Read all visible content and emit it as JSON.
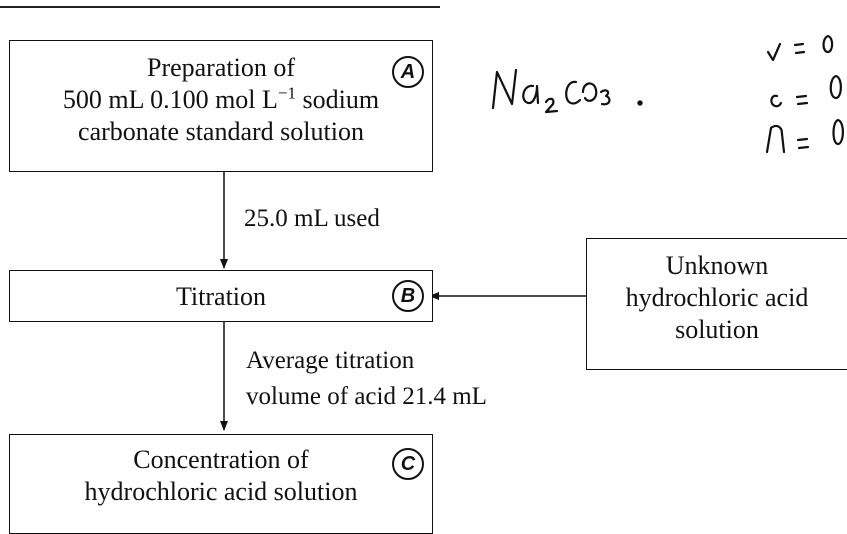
{
  "boxes": {
    "A": {
      "badge": "A",
      "line1": "Preparation of",
      "line2_prefix": "500 mL 0.100 mol L",
      "line2_sup": "−1",
      "line2_suffix": " sodium",
      "line3": "carbonate standard solution"
    },
    "B": {
      "badge": "B",
      "text": "Titration"
    },
    "C": {
      "badge": "C",
      "line1": "Concentration of",
      "line2": "hydrochloric acid solution"
    },
    "unknown": {
      "line1": "Unknown",
      "line2": "hydrochloric acid",
      "line3": "solution"
    }
  },
  "arrows": {
    "a_to_b_label": "25.0 mL used",
    "b_to_c_label_line1": "Average titration",
    "b_to_c_label_line2": "volume of acid 21.4 mL"
  },
  "handwritten_notes": {
    "formula": "Na₂CO₃ .",
    "v": "v = 0",
    "c": "c = 0",
    "n": "n = 0"
  }
}
